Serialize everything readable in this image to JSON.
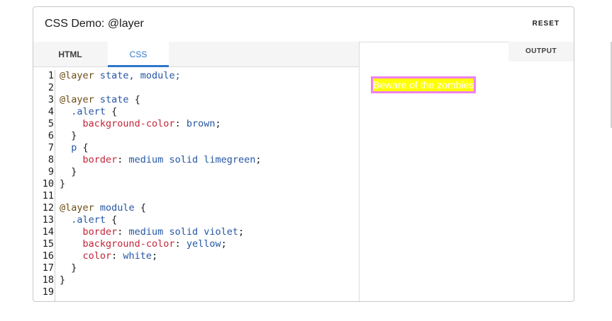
{
  "header": {
    "title": "CSS Demo: @layer",
    "reset_label": "RESET"
  },
  "editor": {
    "tabs": [
      {
        "label": "HTML",
        "active": false
      },
      {
        "label": "CSS",
        "active": true
      }
    ],
    "line_numbers": [
      "1",
      "2",
      "3",
      "4",
      "5",
      "6",
      "7",
      "8",
      "9",
      "10",
      "11",
      "12",
      "13",
      "14",
      "15",
      "16",
      "17",
      "18",
      "19"
    ]
  },
  "code": {
    "l1": {
      "at": "@layer",
      "rest": " state, module;"
    },
    "l3": {
      "at": "@layer",
      "sel": " state",
      "punc": " {"
    },
    "l4": {
      "sel": "  .alert",
      "punc": " {"
    },
    "l5": {
      "prop": "    background-color",
      "punc": ": ",
      "val": "brown",
      "end": ";"
    },
    "l6": {
      "punc": "  }"
    },
    "l7": {
      "sel": "  p",
      "punc": " {"
    },
    "l8": {
      "prop": "    border",
      "punc": ": ",
      "val": "medium solid limegreen",
      "end": ";"
    },
    "l9": {
      "punc": "  }"
    },
    "l10": {
      "punc": "}"
    },
    "l12": {
      "at": "@layer",
      "sel": " module",
      "punc": " {"
    },
    "l13": {
      "sel": "  .alert",
      "punc": " {"
    },
    "l14": {
      "prop": "    border",
      "punc": ": ",
      "val": "medium solid violet",
      "end": ";"
    },
    "l15": {
      "prop": "    background-color",
      "punc": ": ",
      "val": "yellow",
      "end": ";"
    },
    "l16": {
      "prop": "    color",
      "punc": ": ",
      "val": "white",
      "end": ";"
    },
    "l17": {
      "punc": "  }"
    },
    "l18": {
      "punc": "}"
    }
  },
  "output": {
    "tab_label": "OUTPUT",
    "alert_text": "Beware of the zombies"
  },
  "colors": {
    "accent": "#2f76c8",
    "alert_border": "#ee82ee",
    "alert_background": "#ffff00",
    "alert_text": "#ffffff"
  }
}
